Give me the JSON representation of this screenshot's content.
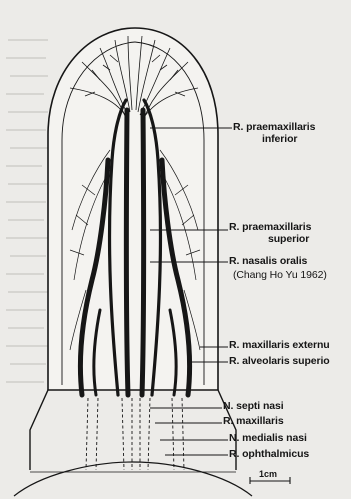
{
  "labels": {
    "praemax_inf_1": "R. praemaxillaris",
    "praemax_inf_2": "inferior",
    "praemax_sup_1": "R. praemaxillaris",
    "praemax_sup_2": "superior",
    "nasalis_1": "R. nasalis oralis",
    "nasalis_2": "(Chang Ho Yu 1962)",
    "max_externus": "R. maxillaris externu",
    "alv_superior": "R. alveolaris superio",
    "septi": "N. septi nasi",
    "maxillaris": "R. maxillaris",
    "medialis": "N. medialis nasi",
    "ophthalmicus": "R. ophthalmicus"
  },
  "scale": {
    "label": "1cm"
  },
  "colors": {
    "ink": "#161616",
    "paper": "#ecebe8",
    "shade": "#f4f3f0"
  }
}
